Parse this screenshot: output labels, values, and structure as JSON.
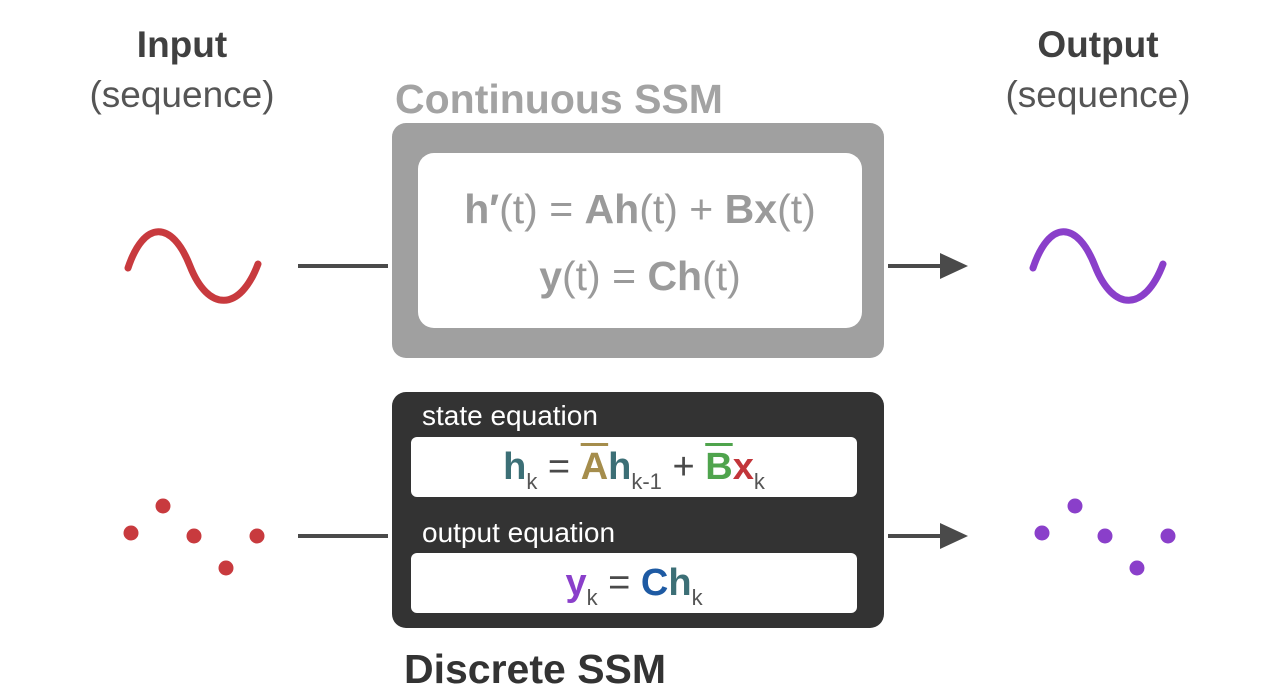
{
  "input": {
    "title": "Input",
    "subtitle": "(sequence)"
  },
  "output": {
    "title": "Output",
    "subtitle": "(sequence)"
  },
  "continuous": {
    "title": "Continuous SSM",
    "eq1": {
      "h_prime": "h′",
      "t1": "(t) = ",
      "A": "A",
      "h": "h",
      "t2": "(t) + ",
      "B": "B",
      "x": "x",
      "t3": "(t)"
    },
    "eq2": {
      "y": "y",
      "t1": "(t) = ",
      "C": "C",
      "h": "h",
      "t2": "(t)"
    }
  },
  "discrete": {
    "title": "Discrete SSM",
    "state_label": "state equation",
    "output_label": "output equation",
    "state_eq": {
      "h": "h",
      "k": "k",
      "eq": " = ",
      "A": "A",
      "h2": "h",
      "km1": "k-1",
      "plus": " + ",
      "B": "B",
      "x": "x",
      "k2": "k"
    },
    "output_eq": {
      "y": "y",
      "k": "k",
      "eq": " = ",
      "C": "C",
      "h": "h",
      "k2": "k"
    }
  },
  "colors": {
    "input_signal": "#c83a3e",
    "output_signal": "#8a3fca",
    "connector": "#4a4a4a",
    "continuous_box": "#a0a0a0",
    "discrete_box": "#333333"
  }
}
